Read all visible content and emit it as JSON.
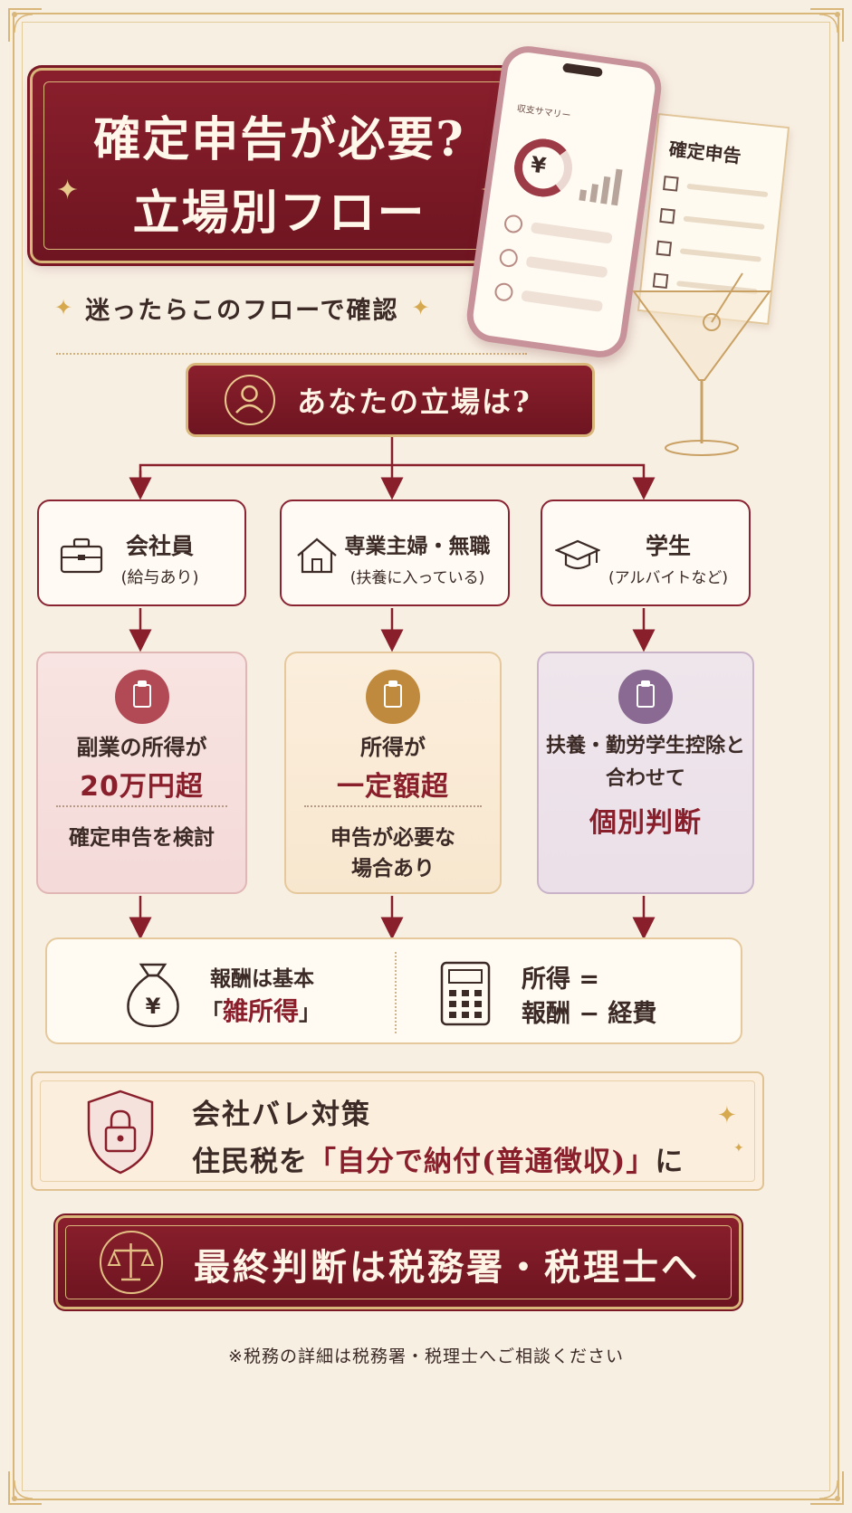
{
  "title": {
    "line1": "確定申告が必要?",
    "line2": "立場別フロー"
  },
  "subtitle": "迷ったらこのフローで確認",
  "illustration": {
    "phone_title": "収支サマリー",
    "phone_currency": "¥",
    "document_title": "確定申告"
  },
  "question": {
    "label": "あなたの立場は?",
    "icon": "person-icon"
  },
  "roles": [
    {
      "name": "会社員",
      "sub": "(給与あり)",
      "icon": "briefcase-icon"
    },
    {
      "name": "専業主婦・無職",
      "sub": "(扶養に入っている)",
      "icon": "house-icon"
    },
    {
      "name": "学生",
      "sub": "(アルバイトなど)",
      "icon": "graduation-cap-icon"
    }
  ],
  "outcomes": [
    {
      "line1": "副業の所得が",
      "highlight": "20万円超",
      "after1": "確定申告を検討",
      "after2": "",
      "icon": "clipboard-check-icon",
      "icon_color": "#b24a55"
    },
    {
      "line1": "所得が",
      "highlight": "一定額超",
      "after1": "申告が必要な",
      "after2": "場合あり",
      "icon": "clipboard-check-icon",
      "icon_color": "#c08a3e"
    },
    {
      "line1": "扶養・勤労学生控除と",
      "line2": "合わせて",
      "highlight": "個別判断",
      "icon": "clipboard-check-icon",
      "icon_color": "#8a6a92"
    }
  ],
  "info": {
    "left_line1": "報酬は基本",
    "left_line2_open": "「",
    "left_line2_red": "雑所得",
    "left_line2_close": "」",
    "left_icon": "money-bag-icon",
    "left_icon_symbol": "¥",
    "right_line1": "所得 =",
    "right_line2": "報酬 − 経費",
    "right_icon": "calculator-icon"
  },
  "secret": {
    "title": "会社バレ対策",
    "line_prefix": "住民税を",
    "line_red": "「自分で納付(普通徴収)」",
    "line_suffix": "に",
    "icon": "shield-lock-icon"
  },
  "final": {
    "label": "最終判断は税務署・税理士へ",
    "icon": "scales-icon"
  },
  "footnote": "※税務の詳細は税務署・税理士へご相談ください",
  "colors": {
    "burgundy": "#8a1f2c",
    "gold": "#d9b77a",
    "background": "#f8efe3"
  }
}
